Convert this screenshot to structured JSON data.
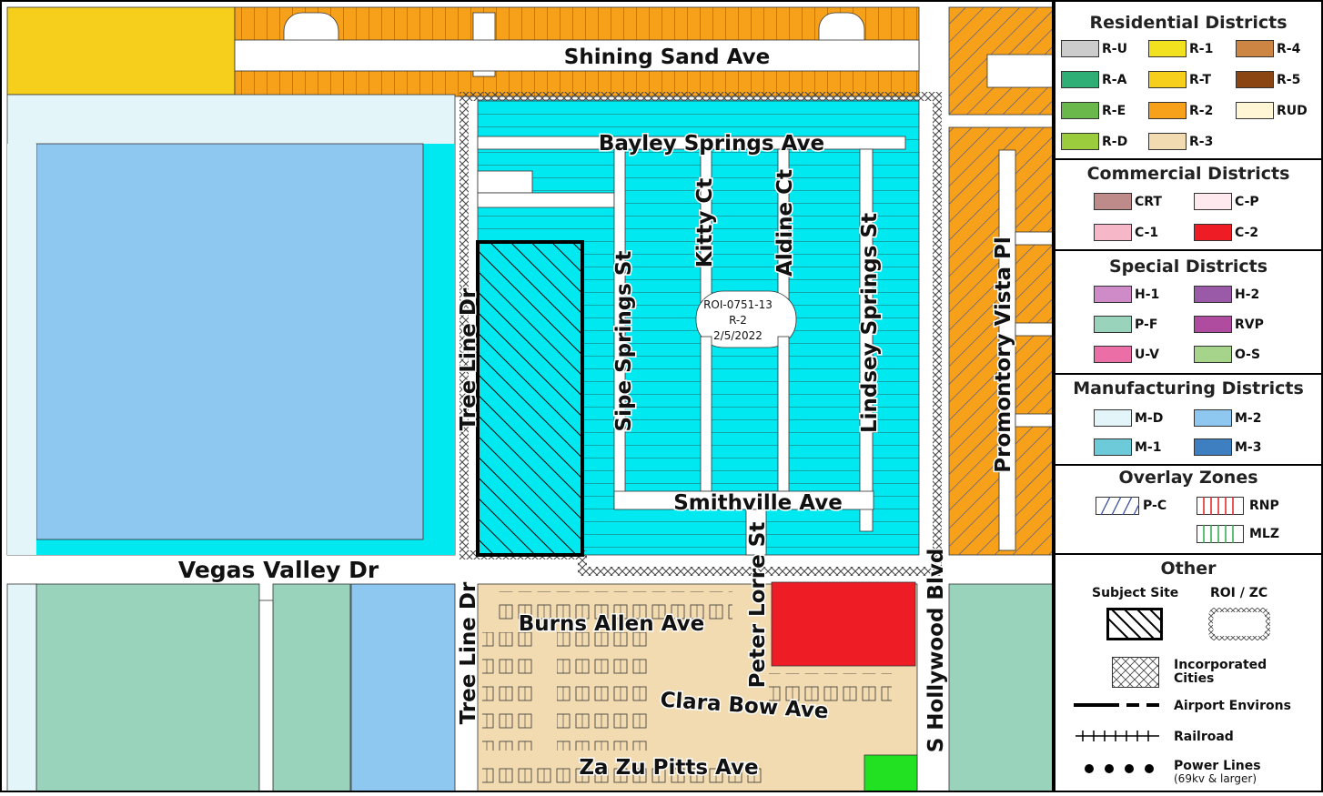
{
  "streets": {
    "shining_sand": "Shining Sand Ave",
    "bayley_springs": "Bayley Springs Ave",
    "kitty": "Kitty Ct",
    "aldine": "Aldine Ct",
    "lindsey_springs": "Lindsey Springs St",
    "sipe_springs": "Sipe Springs St",
    "tree_line_north": "Tree Line Dr",
    "tree_line_south": "Tree Line Dr",
    "promontory_vista": "Promontory Vista Pl",
    "smithville": "Smithville Ave",
    "vegas_valley": "Vegas Valley Dr",
    "peter_lorre": "Peter Lorre St",
    "s_hollywood": "S Hollywood Blvd",
    "burns_allen": "Burns Allen Ave",
    "clara_bow": "Clara Bow Ave",
    "za_zu_pitts": "Za Zu Pitts Ave"
  },
  "roi_label": {
    "case": "ROI-0751-13",
    "zone": "R-2",
    "date": "2/5/2022"
  },
  "legend": {
    "residential": {
      "title": "Residential Districts",
      "items": [
        {
          "code": "R-U",
          "color": "#cccccc"
        },
        {
          "code": "R-1",
          "color": "#f2e11e"
        },
        {
          "code": "R-4",
          "color": "#cd8543"
        },
        {
          "code": "R-A",
          "color": "#2fae75"
        },
        {
          "code": "R-T",
          "color": "#f5cf1b"
        },
        {
          "code": "R-5",
          "color": "#8b4513"
        },
        {
          "code": "R-E",
          "color": "#6ab84c"
        },
        {
          "code": "R-2",
          "color": "#f7a11b"
        },
        {
          "code": "RUD",
          "color": "#fff6d5"
        },
        {
          "code": "R-D",
          "color": "#9bcc3d"
        },
        {
          "code": "R-3",
          "color": "#f2dbb0"
        }
      ]
    },
    "commercial": {
      "title": "Commercial Districts",
      "items": [
        {
          "code": "CRT",
          "color": "#bf8a8a"
        },
        {
          "code": "C-P",
          "color": "#fde9ee"
        },
        {
          "code": "C-1",
          "color": "#f6b7c9"
        },
        {
          "code": "C-2",
          "color": "#ee1c25"
        }
      ]
    },
    "special": {
      "title": "Special Districts",
      "items": [
        {
          "code": "H-1",
          "color": "#cf8ac8"
        },
        {
          "code": "H-2",
          "color": "#9a5aa8"
        },
        {
          "code": "P-F",
          "color": "#9ad3bc"
        },
        {
          "code": "RVP",
          "color": "#b04ca0"
        },
        {
          "code": "U-V",
          "color": "#ec6ea7"
        },
        {
          "code": "O-S",
          "color": "#a5d48a"
        }
      ]
    },
    "manufacturing": {
      "title": "Manufacturing Districts",
      "items": [
        {
          "code": "M-D",
          "color": "#e3f5f8"
        },
        {
          "code": "M-2",
          "color": "#8ec8f0"
        },
        {
          "code": "M-1",
          "color": "#6dcad8"
        },
        {
          "code": "M-3",
          "color": "#3d7fc0"
        }
      ]
    },
    "overlay": {
      "title": "Overlay Zones",
      "items": [
        {
          "code": "P-C",
          "color": "#3a4fa0"
        },
        {
          "code": "RNP",
          "color": "#e02020"
        },
        {
          "code": "MLZ",
          "color": "#2aa84a"
        }
      ]
    },
    "other": {
      "title": "Other",
      "subject_site": "Subject Site",
      "roi_zc": "ROI / ZC",
      "incorporated": "Incorporated Cities",
      "airport": "Airport Environs",
      "railroad": "Railroad",
      "power_lines": "Power Lines",
      "power_lines_note": "(69kv & larger)"
    }
  },
  "colors": {
    "R-2": "#f7a11b",
    "R-3": "#f2dbb0",
    "R-T": "#f5cf1b",
    "M-2": "#8ec8f0",
    "M-D": "#e3f5f8",
    "cyan_highlight": "#00e8f0",
    "P-F": "#9ad3bc",
    "C-2": "#ee1c25",
    "O-S": "#22e022"
  }
}
